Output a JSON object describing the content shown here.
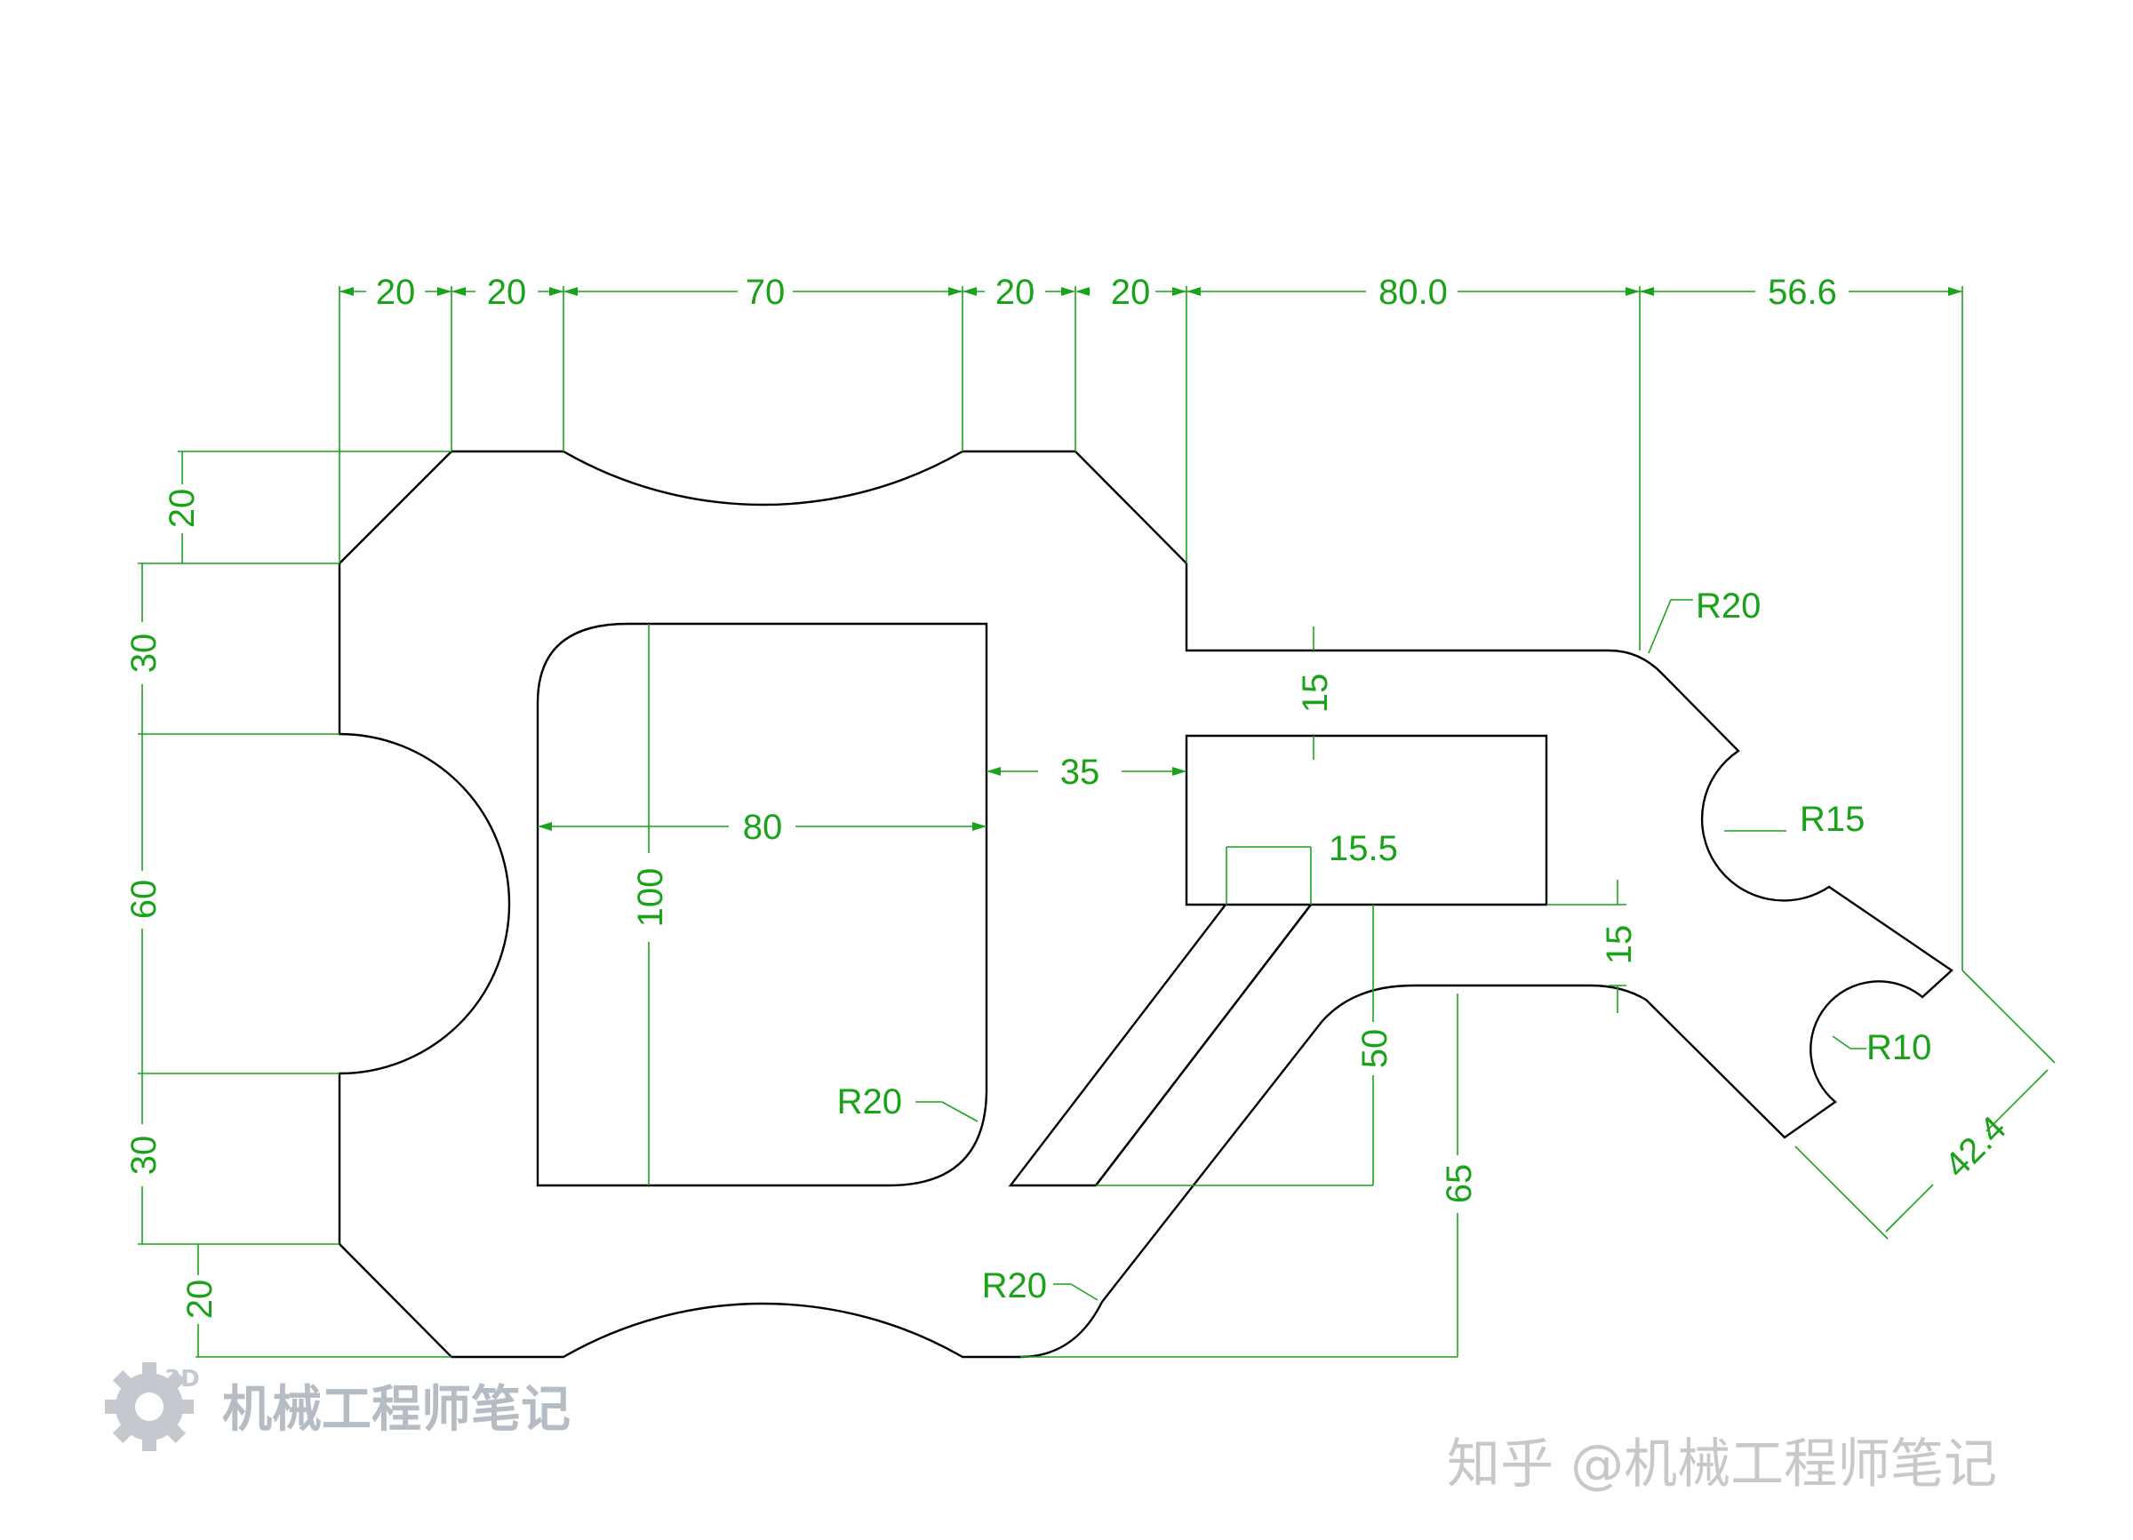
{
  "colors": {
    "outline": "#000000",
    "dimension": "#1aa31a",
    "watermark": "#b5bcc4"
  },
  "top_dims": {
    "d1": "20",
    "d2": "20",
    "d3": "70",
    "d4": "20",
    "d5": "20",
    "d6": "80.0",
    "d7": "56.6"
  },
  "left_dims": {
    "d1": "20",
    "d2": "30",
    "d3": "60",
    "d4": "30",
    "d5": "20"
  },
  "inner_dims": {
    "width_80": "80",
    "height_100": "100",
    "gap_35": "35",
    "slot_15_top": "15",
    "width_15_5": "15.5",
    "slot_15_right": "15",
    "height_50": "50",
    "height_65": "65",
    "diag_42_4": "42.4"
  },
  "radii": {
    "r20_top": "R20",
    "r15": "R15",
    "r10": "R10",
    "r20_window": "R20",
    "r20_bottom": "R20"
  },
  "watermark": {
    "badge": "3D",
    "logo_text": "机械工程师笔记",
    "credit": "知乎 @机械工程师笔记"
  }
}
